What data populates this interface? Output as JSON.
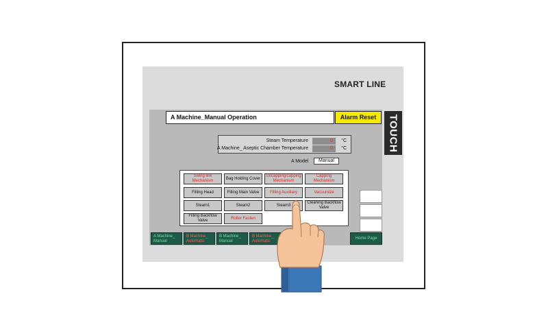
{
  "brand": "SMART LINE",
  "touch_label": "TOUCH",
  "header": {
    "title": "A Machine_Manual Operation",
    "alarm_reset": "Alarm Reset"
  },
  "temperatures": [
    {
      "label": "Steam Temperature",
      "value": "0",
      "unit": "°C"
    },
    {
      "label": "A Machine_ Aseptic Chamber Temperature",
      "value": "0",
      "unit": "°C"
    }
  ],
  "model": {
    "label": "A  Model",
    "value": "Manual"
  },
  "buttons": [
    {
      "label": "Swing link Mechanism",
      "state": "red"
    },
    {
      "label": "Bag Holding Cover",
      "state": "normal"
    },
    {
      "label": "Uncapping/capping Mechanism",
      "state": "red"
    },
    {
      "label": "Capping Mechanism",
      "state": "red"
    },
    {
      "label": "Filling Head",
      "state": "normal"
    },
    {
      "label": "Filling Main Valve",
      "state": "normal"
    },
    {
      "label": "Filling Auxiliary",
      "state": "red"
    },
    {
      "label": "Vacuumize",
      "state": "red"
    },
    {
      "label": "Steam1",
      "state": "normal"
    },
    {
      "label": "Steam2",
      "state": "normal"
    },
    {
      "label": "Steam3",
      "state": "normal"
    },
    {
      "label": "Cleaning Backflow Valve",
      "state": "normal"
    },
    {
      "label": "Filling Backflow Valve",
      "state": "normal"
    },
    {
      "label": "Roller Fasten",
      "state": "red"
    }
  ],
  "nav": [
    {
      "label": "A Machine_ Manual",
      "state": "green"
    },
    {
      "label": "B Machine_ Automatic",
      "state": "red"
    },
    {
      "label": "B Machine_ Manual",
      "state": "green"
    },
    {
      "label": "B Machine_ Automatic",
      "state": "red"
    }
  ],
  "home": "Home Page",
  "colors": {
    "screen_bg": "#b9b9b9",
    "alarm": "#f4ea00",
    "nav_bg": "#1f5a48",
    "active_red": "#e32222"
  }
}
